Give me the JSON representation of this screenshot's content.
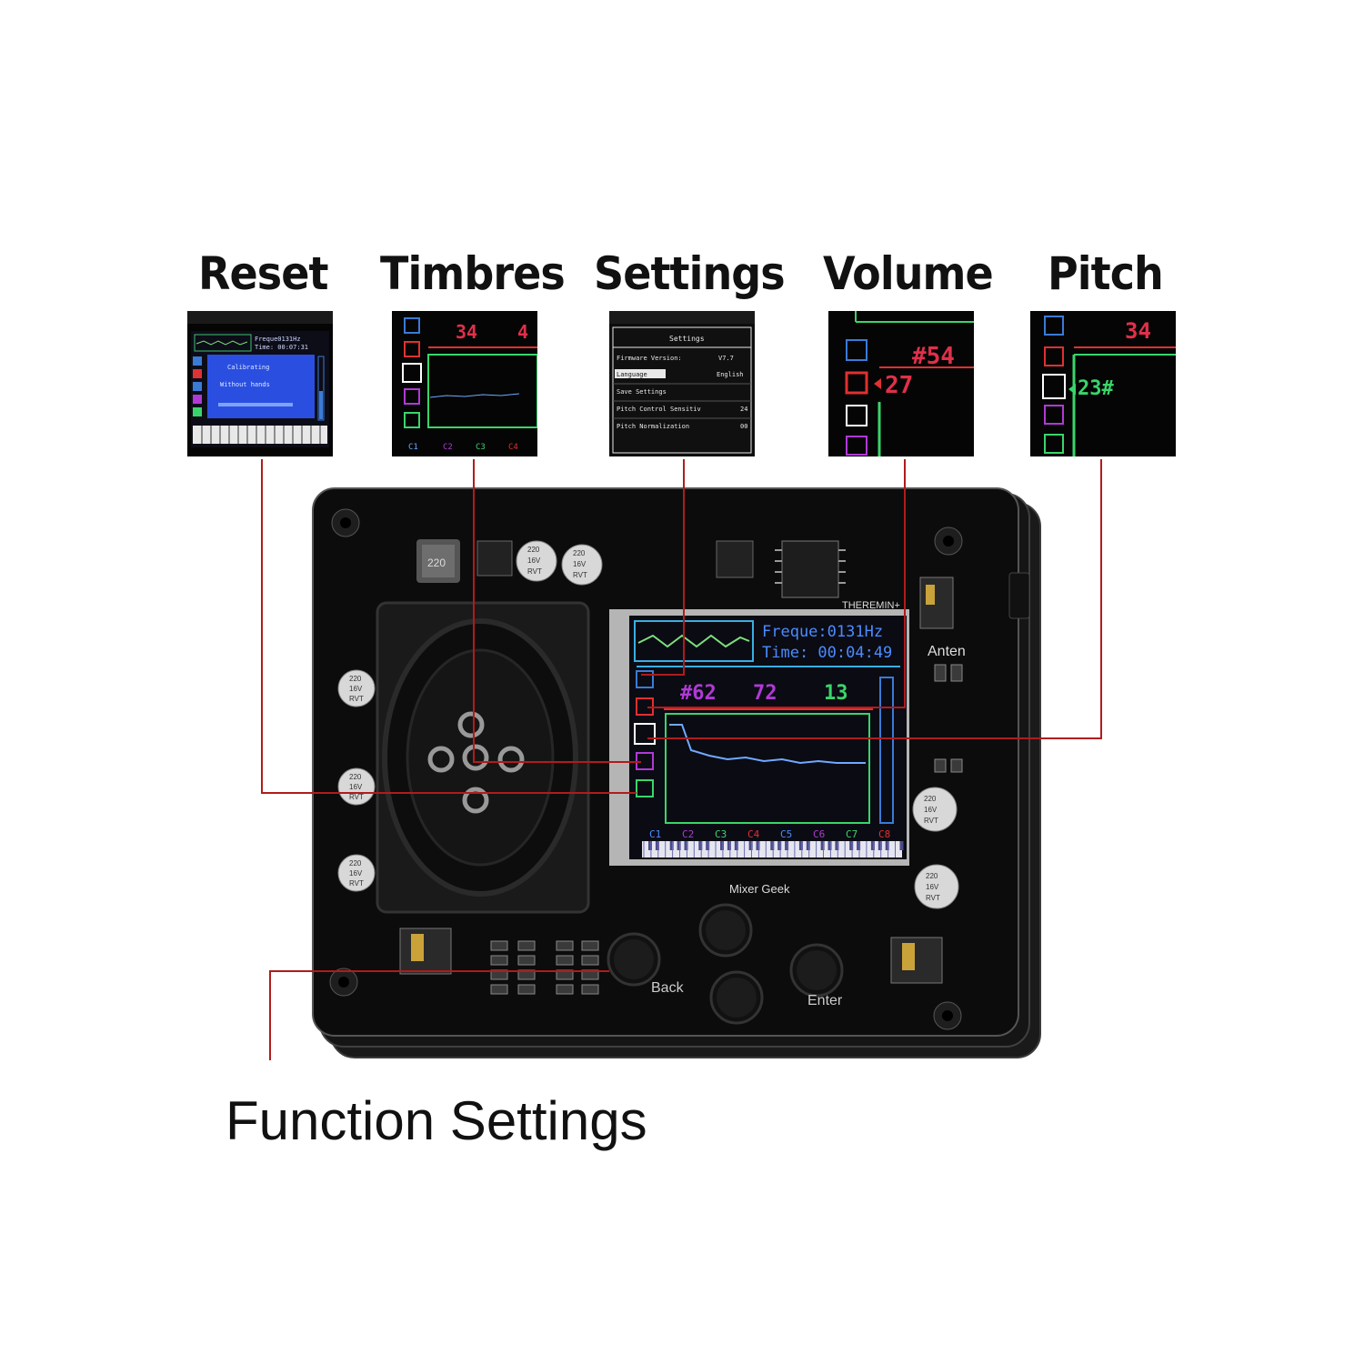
{
  "callouts": [
    {
      "label": "Reset"
    },
    {
      "label": "Timbres"
    },
    {
      "label": "Settings"
    },
    {
      "label": "Volume"
    },
    {
      "label": "Pitch"
    }
  ],
  "footer": {
    "label": "Function Settings"
  },
  "colors": {
    "leader": "#b01c1c",
    "board": "#0c0c0c",
    "screen_bg": "#0b0b14",
    "lcd_blue": "#2a4fe0"
  },
  "reset_screen": {
    "frequency": "Freque0131Hz",
    "time": "Time: 00:07:31",
    "line1": "Calibrating",
    "line2": "Without hands"
  },
  "timbres_screen": {
    "values": [
      "34",
      "4"
    ],
    "notes": [
      "C1",
      "C2",
      "C3",
      "C4"
    ]
  },
  "settings_screen": {
    "title": "Settings",
    "rows": [
      {
        "name": "Firmware Version:",
        "value": "V7.7"
      },
      {
        "name": "Language",
        "value": "English"
      },
      {
        "name": "Save Settings",
        "value": ""
      },
      {
        "name": "Pitch Control Sensitiv",
        "value": "24"
      },
      {
        "name": "Pitch Normalization",
        "value": "00"
      }
    ]
  },
  "volume_screen": {
    "value_top": "#54",
    "value_main": "27"
  },
  "pitch_screen": {
    "value_top": "34",
    "value_main": "23#"
  },
  "device": {
    "brand": "THEREMIN+",
    "antenna_label": "Anten",
    "mixer_label": "Mixer Geek",
    "back_label": "Back",
    "enter_label": "Enter",
    "inductor": "220",
    "cap_text": [
      "220",
      "16V",
      "RVT"
    ],
    "screen": {
      "frequency": "Freque:0131Hz",
      "time": "Time: 00:04:49",
      "volume": "#62",
      "timbre": "72",
      "pitch": "13",
      "notes": [
        "C1",
        "C2",
        "C3",
        "C4",
        "C5",
        "C6",
        "C7",
        "C8"
      ]
    }
  }
}
